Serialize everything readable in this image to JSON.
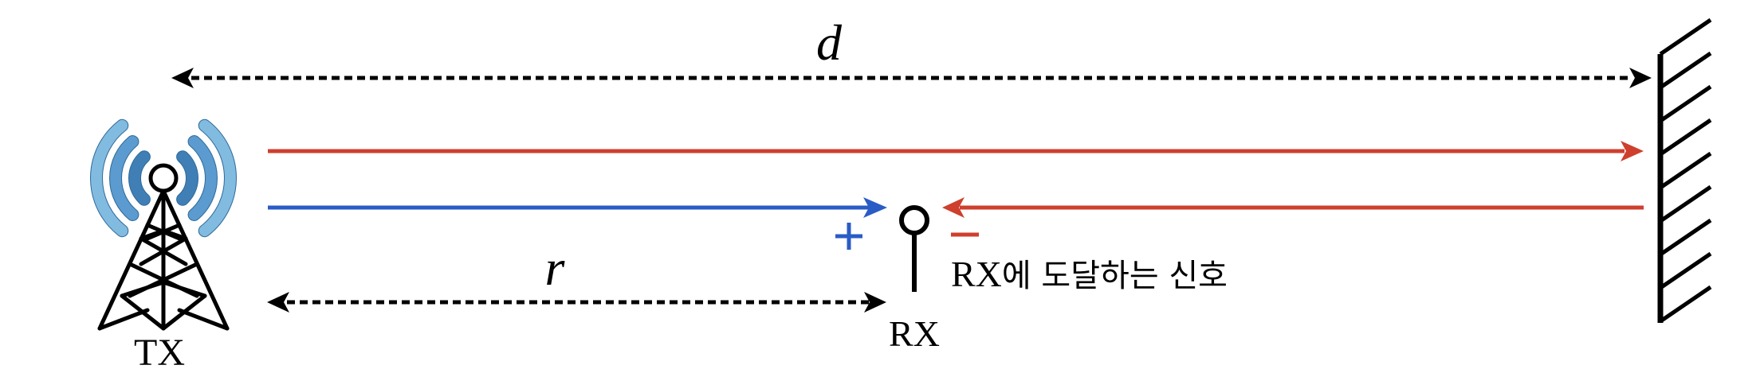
{
  "diagram": {
    "labels": {
      "distance_wall": "d",
      "distance_rx": "r",
      "transmitter": "TX",
      "receiver": "RX",
      "caption_prefix": "RX",
      "caption_suffix": "에 도달하는 신호",
      "plus_sign": "+",
      "minus_sign": "−"
    },
    "colors": {
      "direct_path": "#2a5cc6",
      "reflected_path": "#cf3f2d",
      "wave_inner": "#3f7fb5",
      "wave_middle": "#5b9bcf",
      "wave_outer": "#82bbe0",
      "wave_outline": "#2e6a9a",
      "ink": "#000000"
    },
    "elements": {
      "transmitter_icon": "radio-tower-icon",
      "receiver_icon": "antenna-icon",
      "reflector_icon": "hatched-wall-icon"
    },
    "signals": {
      "direct": {
        "sign": "+",
        "description": "direct TX to RX path"
      },
      "reflected": {
        "sign": "−",
        "description": "path reflected by wall back to RX"
      }
    }
  }
}
